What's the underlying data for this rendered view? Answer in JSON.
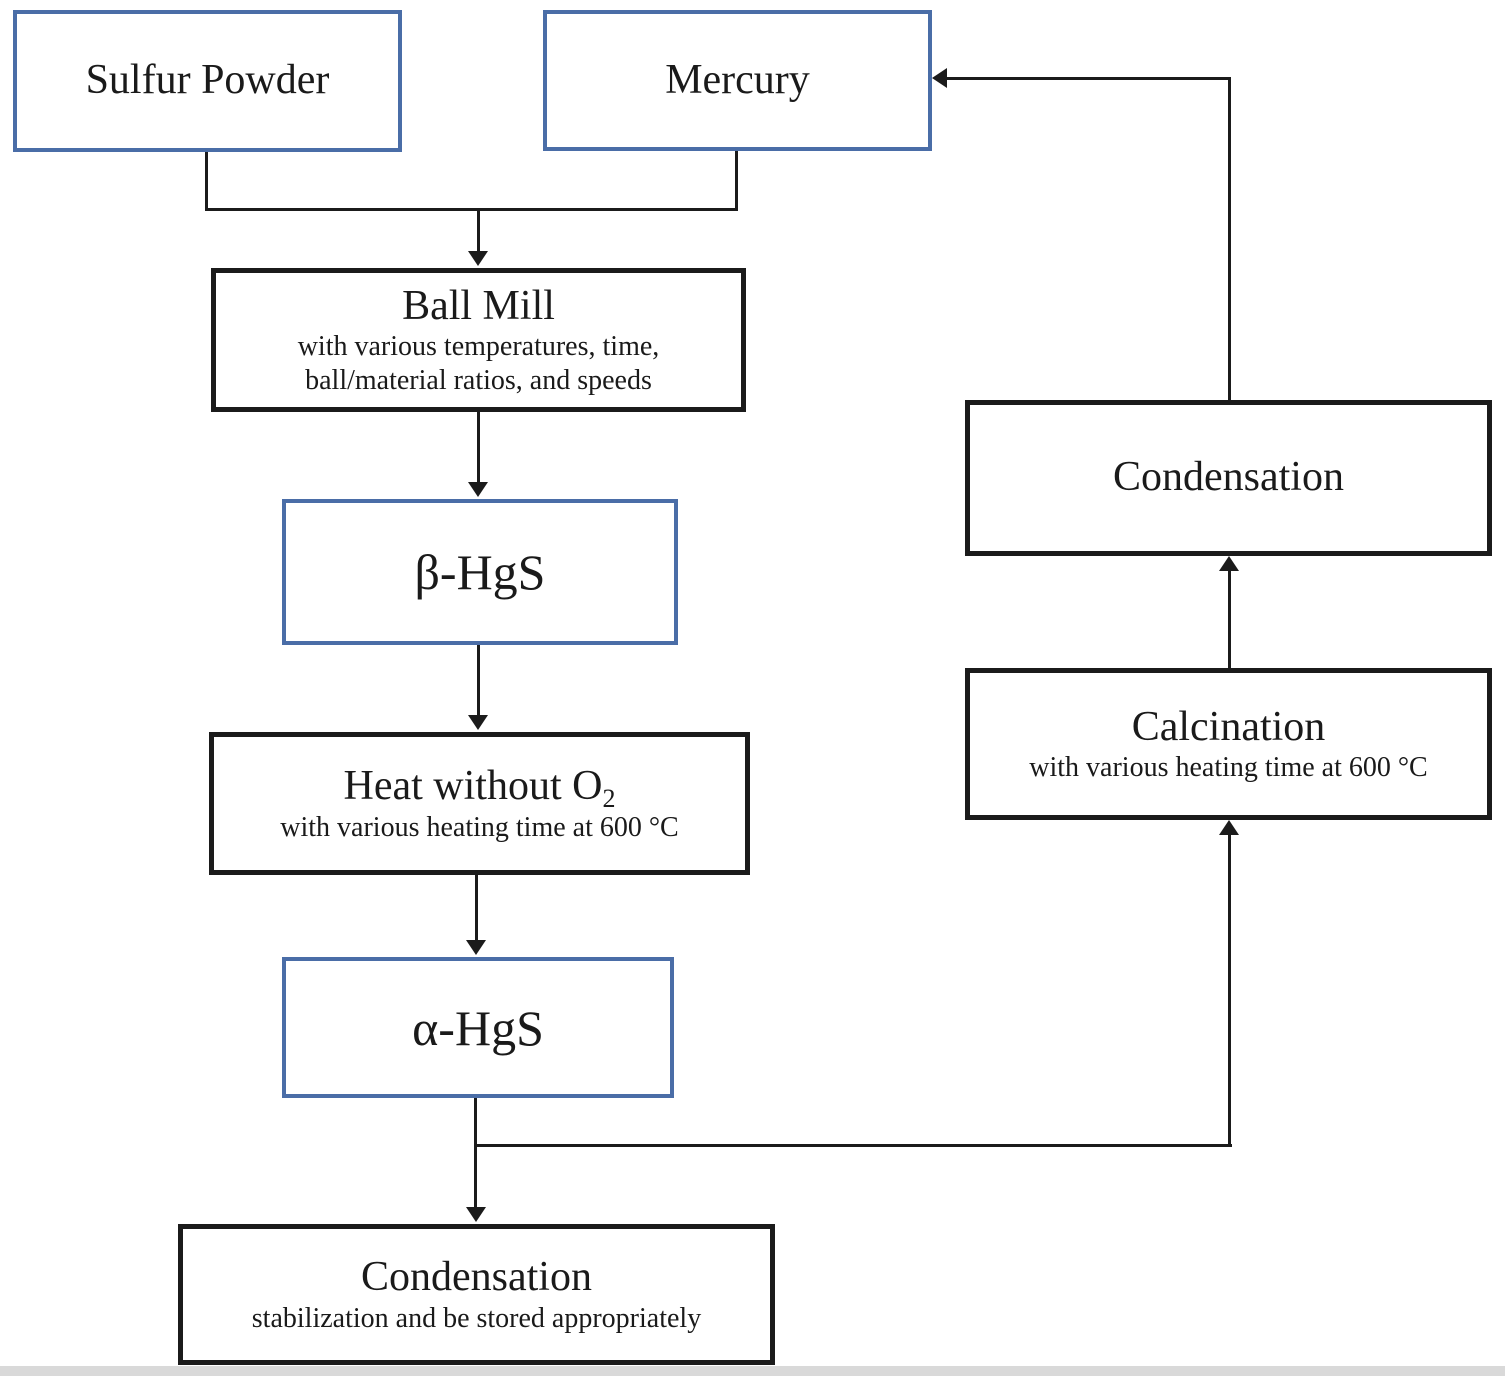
{
  "colors": {
    "accent_blue": "#4a6da7",
    "line": "#1b1b1b",
    "text": "#1a1a1a",
    "background": "#ffffff",
    "bottom_strip": "#d9d9d9"
  },
  "nodes": {
    "sulfur_powder": {
      "label": "Sulfur Powder"
    },
    "mercury": {
      "label": "Mercury"
    },
    "ball_mill": {
      "label": "Ball Mill",
      "sublabel_line1": "with various temperatures, time,",
      "sublabel_line2": "ball/material ratios, and speeds"
    },
    "beta_hgs": {
      "label": "β-HgS"
    },
    "heat_without_o2": {
      "label_main": "Heat without O",
      "label_subscript": "2",
      "sublabel": "with various heating time at 600 °C"
    },
    "alpha_hgs": {
      "label": "α-HgS"
    },
    "condensation_final": {
      "label": "Condensation",
      "sublabel": "stabilization and be stored appropriately"
    },
    "condensation_recycle": {
      "label": "Condensation"
    },
    "calcination": {
      "label": "Calcination",
      "sublabel": "with various heating time at 600 °C"
    }
  }
}
